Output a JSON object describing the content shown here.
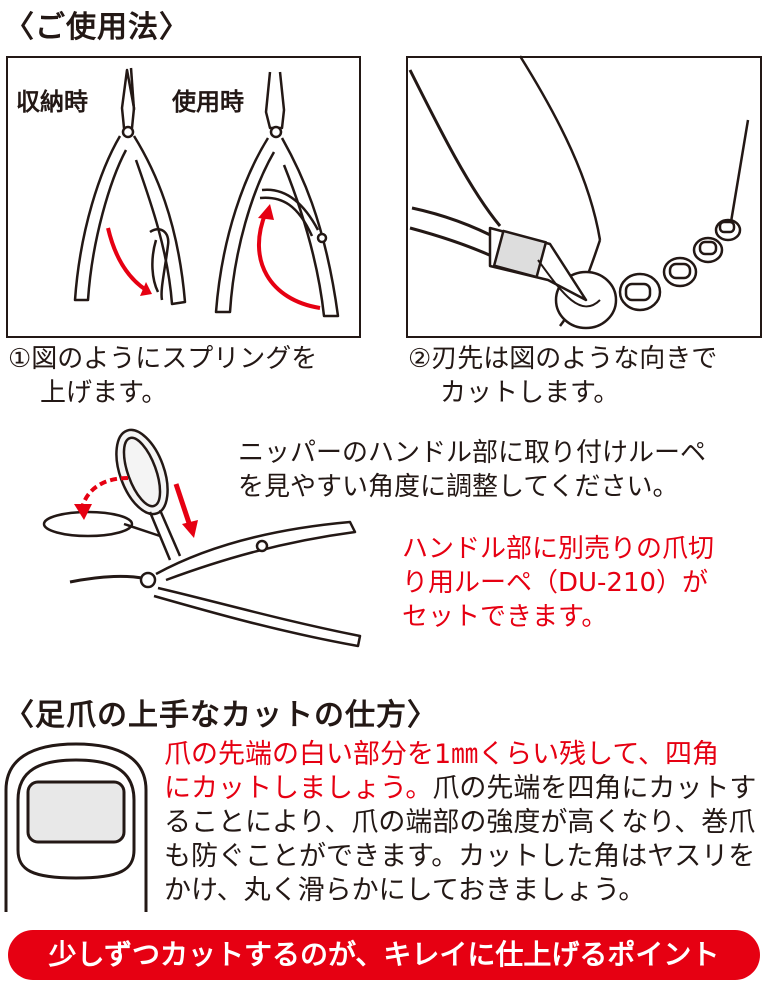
{
  "usage": {
    "heading": "〈ご使用法〉",
    "panel1": {
      "label_stored": "収納時",
      "label_in_use": "使用時"
    },
    "step1": {
      "line1": "①図のようにスプリングを",
      "line2": "上げます。"
    },
    "step2": {
      "line1": "②刃先は図のような向きで",
      "line2": "カットします。"
    },
    "loupe_note": {
      "line1": "ニッパーのハンドル部に取り付けルーペ",
      "line2": "を見やすい角度に調整してください。"
    },
    "loupe_option": {
      "line1": "ハンドル部に別売りの爪切",
      "line2": "り用ルーペ（DU-210）が",
      "line3": "セットできます。"
    }
  },
  "tips": {
    "heading": "〈足爪の上手なカットの仕方〉",
    "line1_red": "爪の先端の白い部分を1㎜くらい残して、四角",
    "line2_red": "にカットしましょう。",
    "line2_black": "爪の先端を四角にカットす",
    "line3": "ることにより、爪の端部の強度が高くなり、巻爪",
    "line4": "も防ぐことができます。カットした角はヤスリを",
    "line5": "かけ、丸く滑らかにしておきましょう。"
  },
  "banner": "少しずつカットするのが、キレイに仕上げるポイント",
  "colors": {
    "accent_red": "#e60012",
    "ink": "#231815"
  }
}
